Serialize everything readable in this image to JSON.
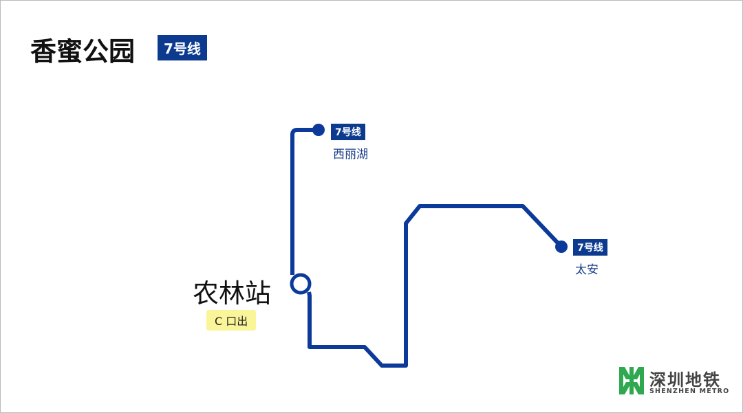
{
  "title": "香蜜公园",
  "line_badge": "7号线",
  "current_station": {
    "name": "农林站",
    "exit": "C 口出"
  },
  "destinations": [
    {
      "line": "7号线",
      "name": "西丽湖"
    },
    {
      "line": "7号线",
      "name": "太安"
    }
  ],
  "logo": {
    "cn": "深圳地铁",
    "en": "SHENZHEN METRO"
  },
  "colors": {
    "line": "#0b3a9a",
    "exit_bg": "#fbf59a",
    "logo_green": "#2fa84f"
  }
}
